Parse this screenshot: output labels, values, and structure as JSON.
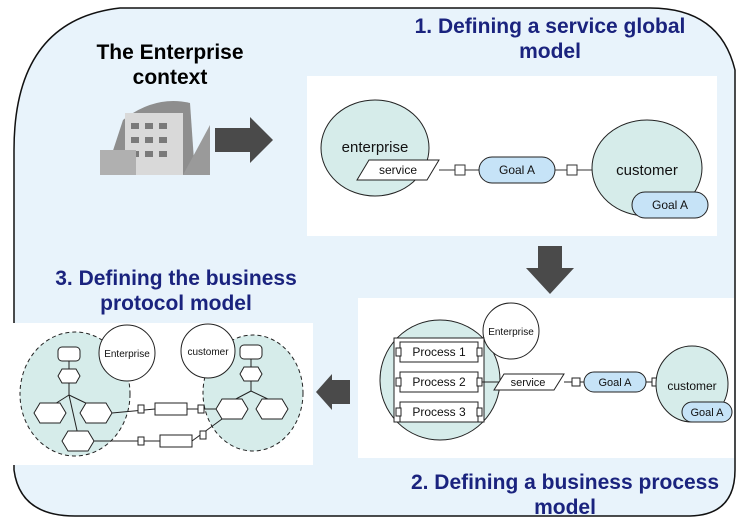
{
  "colors": {
    "background_panel": "#e8f3fb",
    "heading_blue": "#1a237e",
    "bubble_teal": "#d6ecea",
    "goal_blue": "#c6e3f7",
    "arrow_gray": "#555555"
  },
  "context_label": "The Enterprise context",
  "headings": {
    "step1": "1. Defining a service global model",
    "step2": "2. Defining a business process model",
    "step3": "3. Defining the business protocol model"
  },
  "model1": {
    "enterprise": "enterprise",
    "service": "service",
    "goal": "Goal A",
    "customer": "customer",
    "customer_goal": "Goal A"
  },
  "model2": {
    "enterprise": "Enterprise",
    "processes": [
      "Process 1",
      "Process 2",
      "Process 3"
    ],
    "service": "service",
    "goal": "Goal A",
    "customer": "customer",
    "customer_goal": "Goal A"
  },
  "model3": {
    "enterprise": "Enterprise",
    "customer": "customer"
  },
  "icons": [
    "building-icon",
    "arrow-right-icon",
    "arrow-down-icon",
    "arrow-left-icon"
  ]
}
